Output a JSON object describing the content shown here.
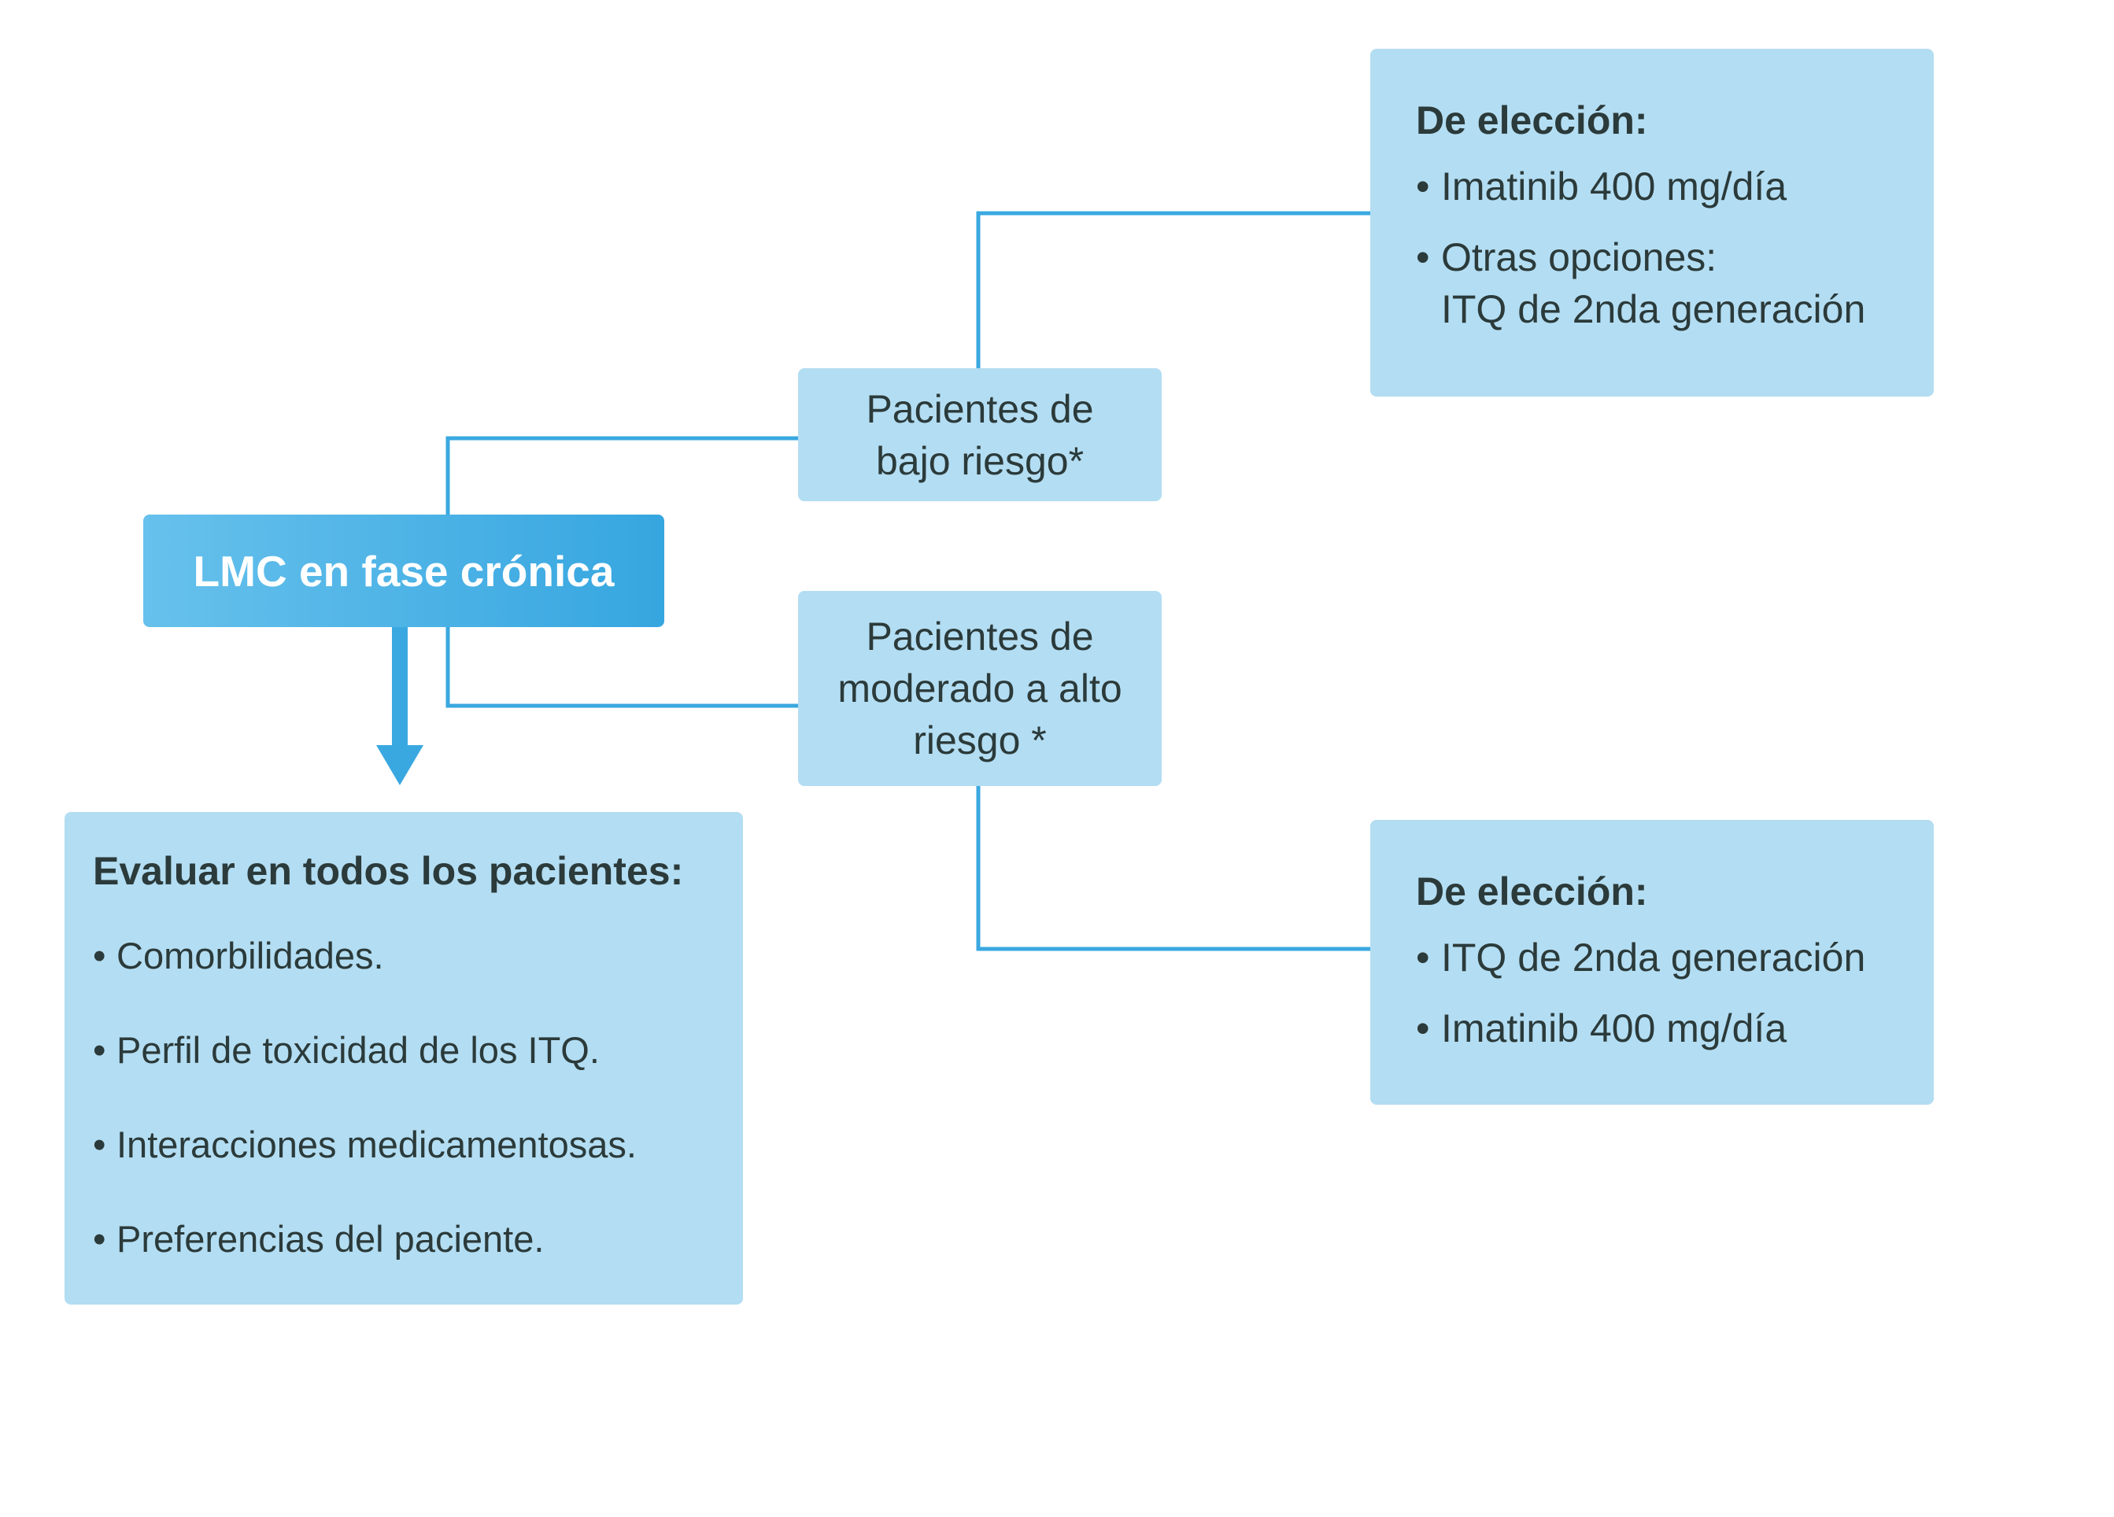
{
  "diagram": {
    "main_node": "LMC en fase crónica",
    "low_risk": {
      "label_lines": [
        "Pacientes de",
        "bajo riesgo*"
      ]
    },
    "high_risk": {
      "label_lines": [
        "Pacientes de",
        "moderado a alto",
        "riesgo *"
      ]
    },
    "choice_low": {
      "heading": "De elección:",
      "items": [
        {
          "lines": [
            "Imatinib 400 mg/día"
          ]
        },
        {
          "lines": [
            "Otras opciones:",
            "ITQ de 2nda generación"
          ]
        }
      ]
    },
    "choice_high": {
      "heading": "De elección:",
      "items": [
        {
          "lines": [
            "ITQ de 2nda generación"
          ]
        },
        {
          "lines": [
            "Imatinib 400 mg/día"
          ]
        }
      ]
    },
    "evaluate": {
      "heading": "Evaluar en todos los pacientes:",
      "items": [
        "Comorbilidades.",
        "Perfil de toxicidad de los ITQ.",
        "Interacciones medicamentosas.",
        "Preferencias del paciente."
      ]
    },
    "bullet_char": "•",
    "colors": {
      "box_fill": "#b3ddf2",
      "main_gradient_start": "#67c1ec",
      "main_gradient_end": "#36a6e0",
      "connector": "#3aa8e0",
      "text": "#2b3a3a",
      "main_text": "#ffffff"
    }
  }
}
